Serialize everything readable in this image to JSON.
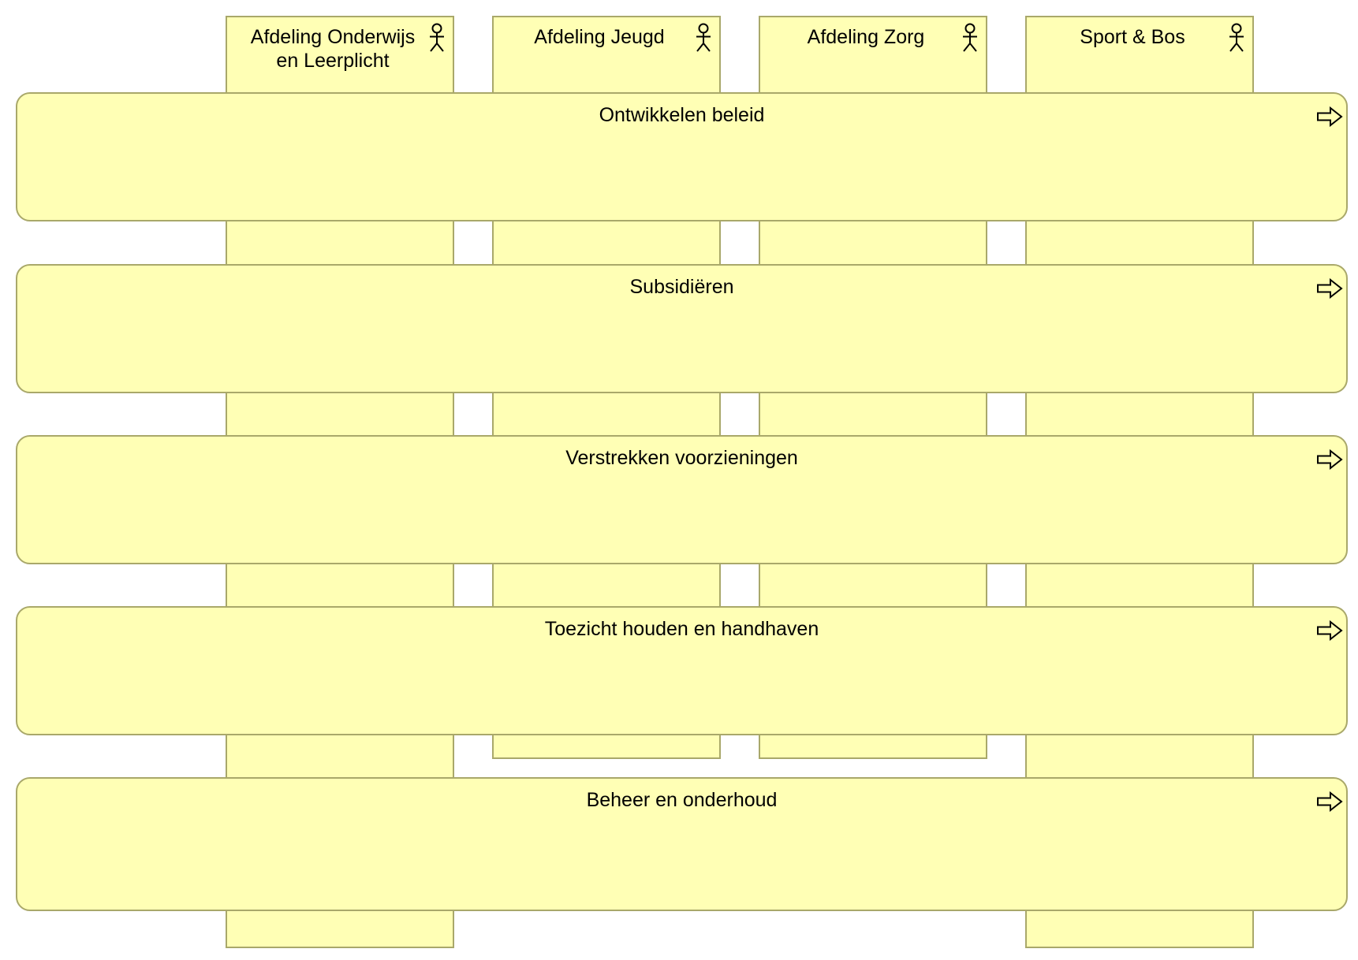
{
  "colors": {
    "fill": "#ffffb5",
    "stroke": "#a9a86a",
    "icon": "#000000"
  },
  "actors": [
    {
      "label": "Afdeling Onderwijs en Leerplicht",
      "icon": "actor-icon"
    },
    {
      "label": "Afdeling Jeugd",
      "icon": "actor-icon"
    },
    {
      "label": "Afdeling Zorg",
      "icon": "actor-icon"
    },
    {
      "label": "Sport & Bos",
      "icon": "actor-icon"
    }
  ],
  "processes": [
    {
      "label": "Ontwikkelen beleid",
      "icon": "process-arrow-icon"
    },
    {
      "label": "Subsidiëren",
      "icon": "process-arrow-icon"
    },
    {
      "label": "Verstrekken voorzieningen",
      "icon": "process-arrow-icon"
    },
    {
      "label": "Toezicht houden en handhaven",
      "icon": "process-arrow-icon"
    },
    {
      "label": "Beheer en onderhoud",
      "icon": "process-arrow-icon"
    }
  ]
}
